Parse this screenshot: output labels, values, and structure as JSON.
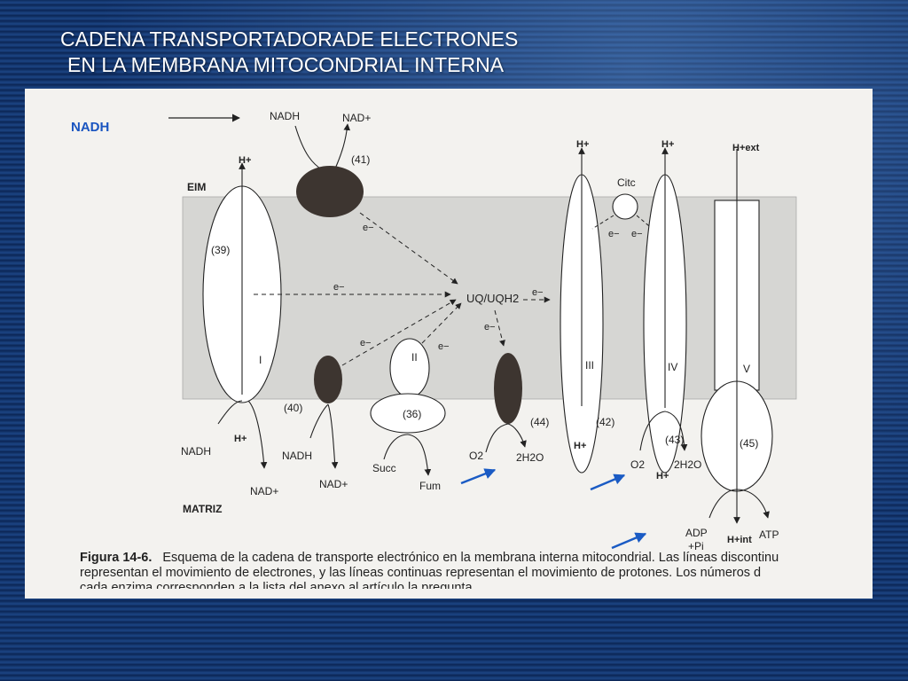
{
  "slide": {
    "title_line1": "CADENA TRANSPORTADORADE ELECTRONES",
    "title_line2": "EN LA MEMBRANA MITOCONDRIAL INTERNA",
    "highlight_label": "NADH",
    "colors": {
      "background": "#0d2a5c",
      "title_text": "#ffffff",
      "highlight_text": "#1a55c0",
      "arrow_blue": "#1a5bc4",
      "membrane_fill": "#d6d6d3",
      "dark_enzyme": "#3d3530"
    }
  },
  "diagram": {
    "membrane_labels": {
      "eim": "EIM",
      "matriz": "MATRIZ"
    },
    "top": {
      "nadh": "NADH",
      "nad_plus": "NAD+",
      "num41": "(41)"
    },
    "complex1": {
      "label": "I",
      "num": "(39)",
      "h_top": "H+",
      "h_bottom": "H+",
      "nadh": "NADH",
      "nad_plus": "NAD+"
    },
    "enzyme40": {
      "num": "(40)",
      "nadh": "NADH",
      "nad_plus": "NAD+"
    },
    "complex2": {
      "label": "II",
      "num": "(36)",
      "succ": "Succ",
      "fum": "Fum"
    },
    "enzyme44": {
      "num": "(44)",
      "o2": "O2",
      "h2o": "2H2O"
    },
    "uq": {
      "label": "UQ/UQH2"
    },
    "complex3": {
      "label": "III",
      "num": "(42)",
      "h_top": "H+",
      "h_bottom": "H+"
    },
    "citc": {
      "label": "Citc"
    },
    "complex4": {
      "label": "IV",
      "num": "(43)",
      "h_top": "H+",
      "h_bottom": "H+",
      "o2": "O2",
      "h2o": "2H2O"
    },
    "complex5": {
      "label": "V",
      "num": "(45)",
      "h_ext": "H+ext",
      "h_int": "H+int",
      "adp": "ADP",
      "pi": "+Pi",
      "atp": "ATP"
    },
    "electron": "e−"
  },
  "caption": {
    "fig_label": "Figura 14-6.",
    "line1": "Esquema de la cadena de transporte electrónico en la membrana interna mitocondrial. Las líneas discontinu",
    "line2": "representan el movimiento de electrones, y las líneas continuas representan el movimiento de protones. Los números d",
    "line3": "cada enzima corresponden a la lista del anexo al artículo la pregunta..."
  }
}
